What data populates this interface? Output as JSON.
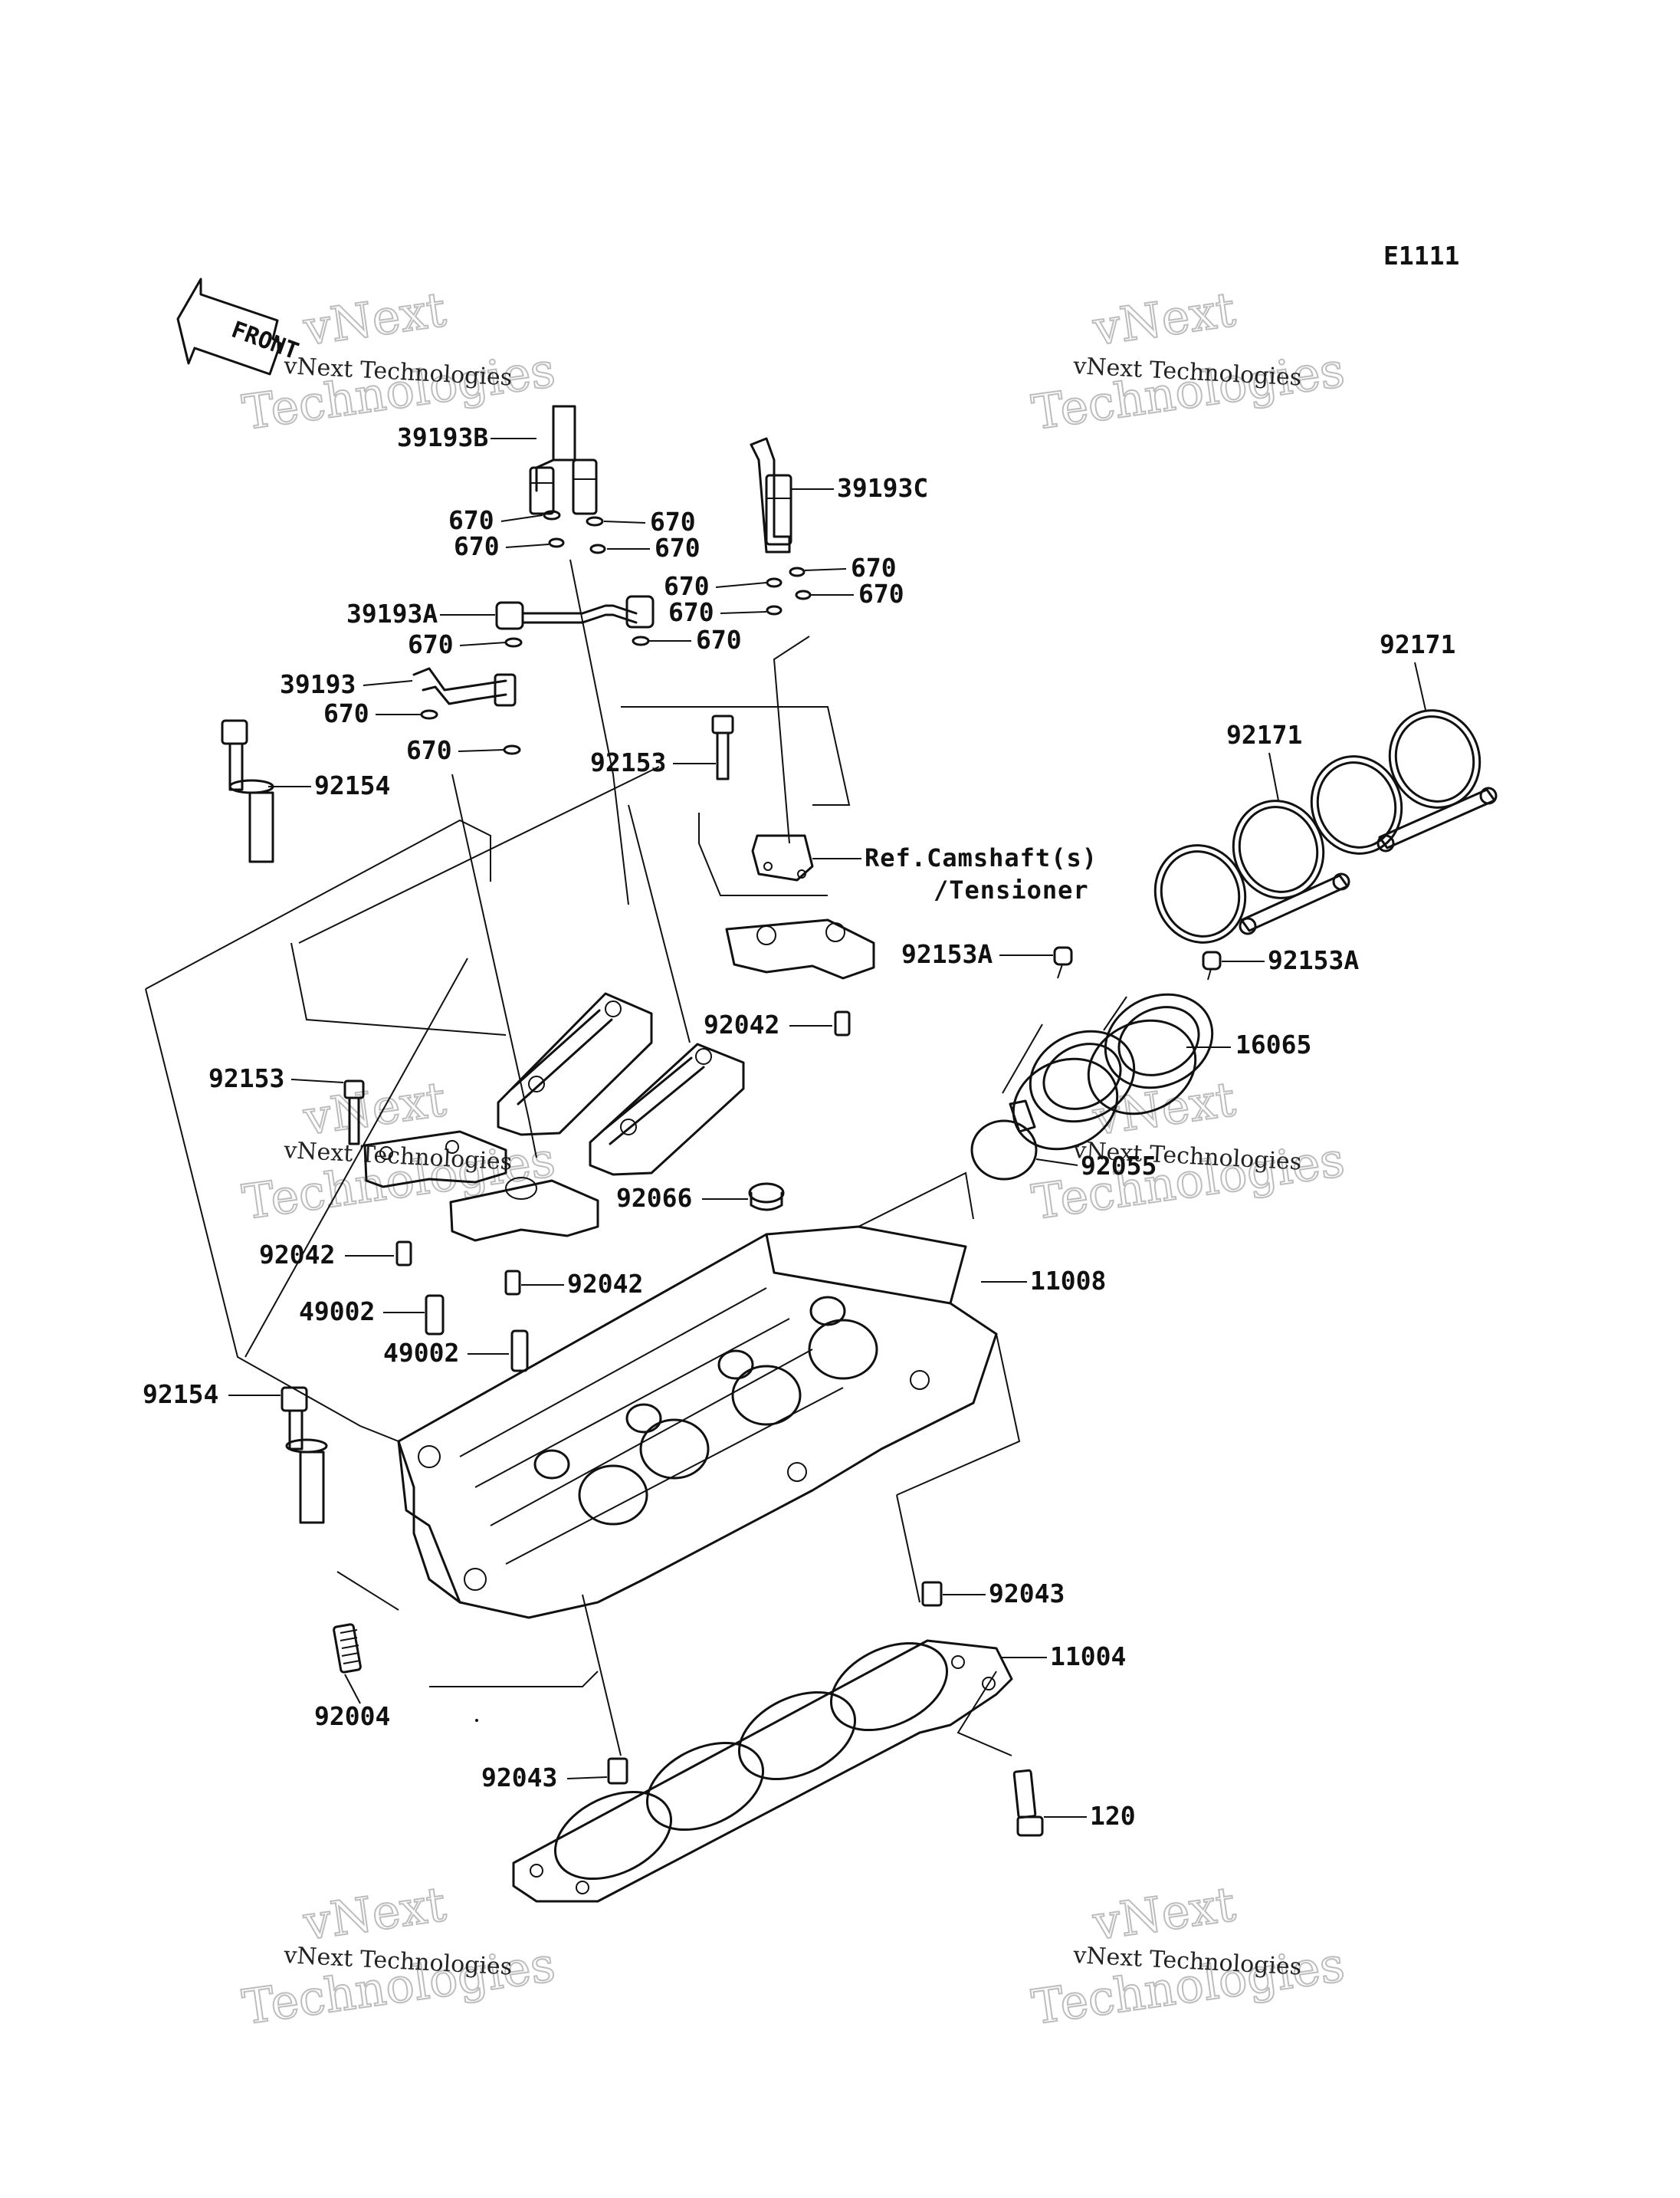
{
  "diagram_code": "E1111",
  "front_label": "FRONT",
  "watermark": {
    "line1": "vNext Technologies",
    "line2": "vNext",
    "line3": "Technologies"
  },
  "reference": {
    "line1": "Ref.Camshaft(s)",
    "line2": "/Tensioner"
  },
  "labels": {
    "p39193B": "39193B",
    "p39193C": "39193C",
    "p39193A": "39193A",
    "p39193": "39193",
    "p670": "670",
    "p92153": "92153",
    "p92154": "92154",
    "p92153A": "92153A",
    "p16065": "16065",
    "p92171": "92171",
    "p92042": "92042",
    "p92055": "92055",
    "p92066": "92066",
    "p11008": "11008",
    "p49002": "49002",
    "p92043": "92043",
    "p11004": "11004",
    "p92004": "92004",
    "p120": "120"
  }
}
